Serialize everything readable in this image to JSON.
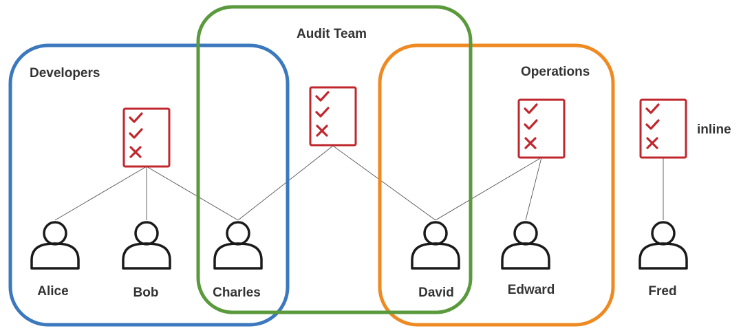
{
  "groups": {
    "developers": {
      "label": "Developers",
      "color": "#3b78bd"
    },
    "audit_team": {
      "label": "Audit Team",
      "color": "#5a9a3c"
    },
    "operations": {
      "label": "Operations",
      "color": "#ef8a22"
    }
  },
  "inline_label": "inline",
  "users": [
    {
      "name": "Alice"
    },
    {
      "name": "Bob"
    },
    {
      "name": "Charles"
    },
    {
      "name": "David"
    },
    {
      "name": "Edward"
    },
    {
      "name": "Fred"
    }
  ],
  "policy_icon": {
    "name": "policy-document-icon",
    "color": "#c0272d",
    "marks": [
      "check",
      "check",
      "cross"
    ]
  },
  "colors": {
    "person_stroke": "#1a1a1a",
    "connector": "#555555",
    "label_text": "#333333"
  }
}
